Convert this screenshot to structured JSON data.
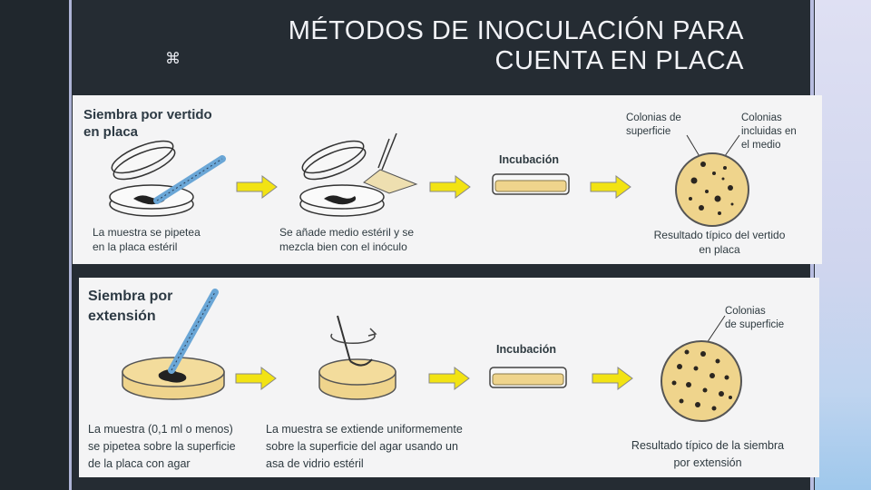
{
  "slide": {
    "title_line1": "MÉTODOS DE INOCULACIÓN PARA",
    "title_line2": "CUENTA EN PLACA",
    "brand_glyph": "⌘",
    "colors": {
      "background": "#252c33",
      "arrow": "#f2e313",
      "agar": "#efd48c",
      "colony": "#2b2620",
      "pipette": "#6aa6d6"
    }
  },
  "pour_plate": {
    "title_l1": "Siembra por vertido",
    "title_l2": "en placa",
    "step1_l1": "La muestra se pipetea",
    "step1_l2": "en la placa estéril",
    "step2_l1": "Se añade medio estéril y se",
    "step2_l2": "mezcla bien con el inóculo",
    "incubation": "Incubación",
    "surface_l1": "Colonias de",
    "surface_l2": "superficie",
    "embedded_l1": "Colonias",
    "embedded_l2": "incluidas en",
    "embedded_l3": "el medio",
    "result_l1": "Resultado típico del vertido",
    "result_l2": "en placa"
  },
  "spread_plate": {
    "title_l1": "Siembra por",
    "title_l2": "extensión",
    "step1_l1": "La muestra (0,1 ml o menos)",
    "step1_l2": "se pipetea sobre la superficie",
    "step1_l3": "de la placa con agar",
    "step2_l1": "La muestra se extiende uniformemente",
    "step2_l2": "sobre la superficie del agar usando un",
    "step2_l3": "asa de vidrio estéril",
    "incubation": "Incubación",
    "surface_l1": "Colonias",
    "surface_l2": "de superficie",
    "result_l1": "Resultado típico de la siembra",
    "result_l2": "por extensión"
  }
}
